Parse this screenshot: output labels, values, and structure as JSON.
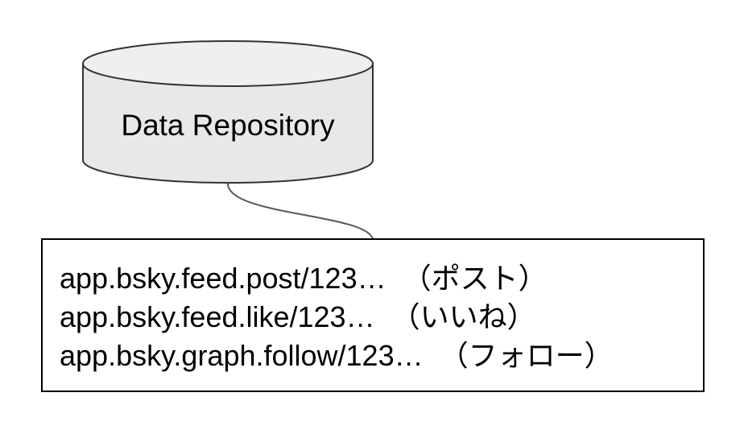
{
  "repository": {
    "label": "Data Repository"
  },
  "records": [
    "app.bsky.feed.post/123…  （ポスト）",
    "app.bsky.feed.like/123…  （いいね）",
    "app.bsky.graph.follow/123…  （フォロー）"
  ],
  "colors": {
    "cylinder_fill": "#e8e8e8",
    "cylinder_stroke": "#333333",
    "connector": "#595959",
    "box_stroke": "#000000",
    "text": "#000000"
  }
}
